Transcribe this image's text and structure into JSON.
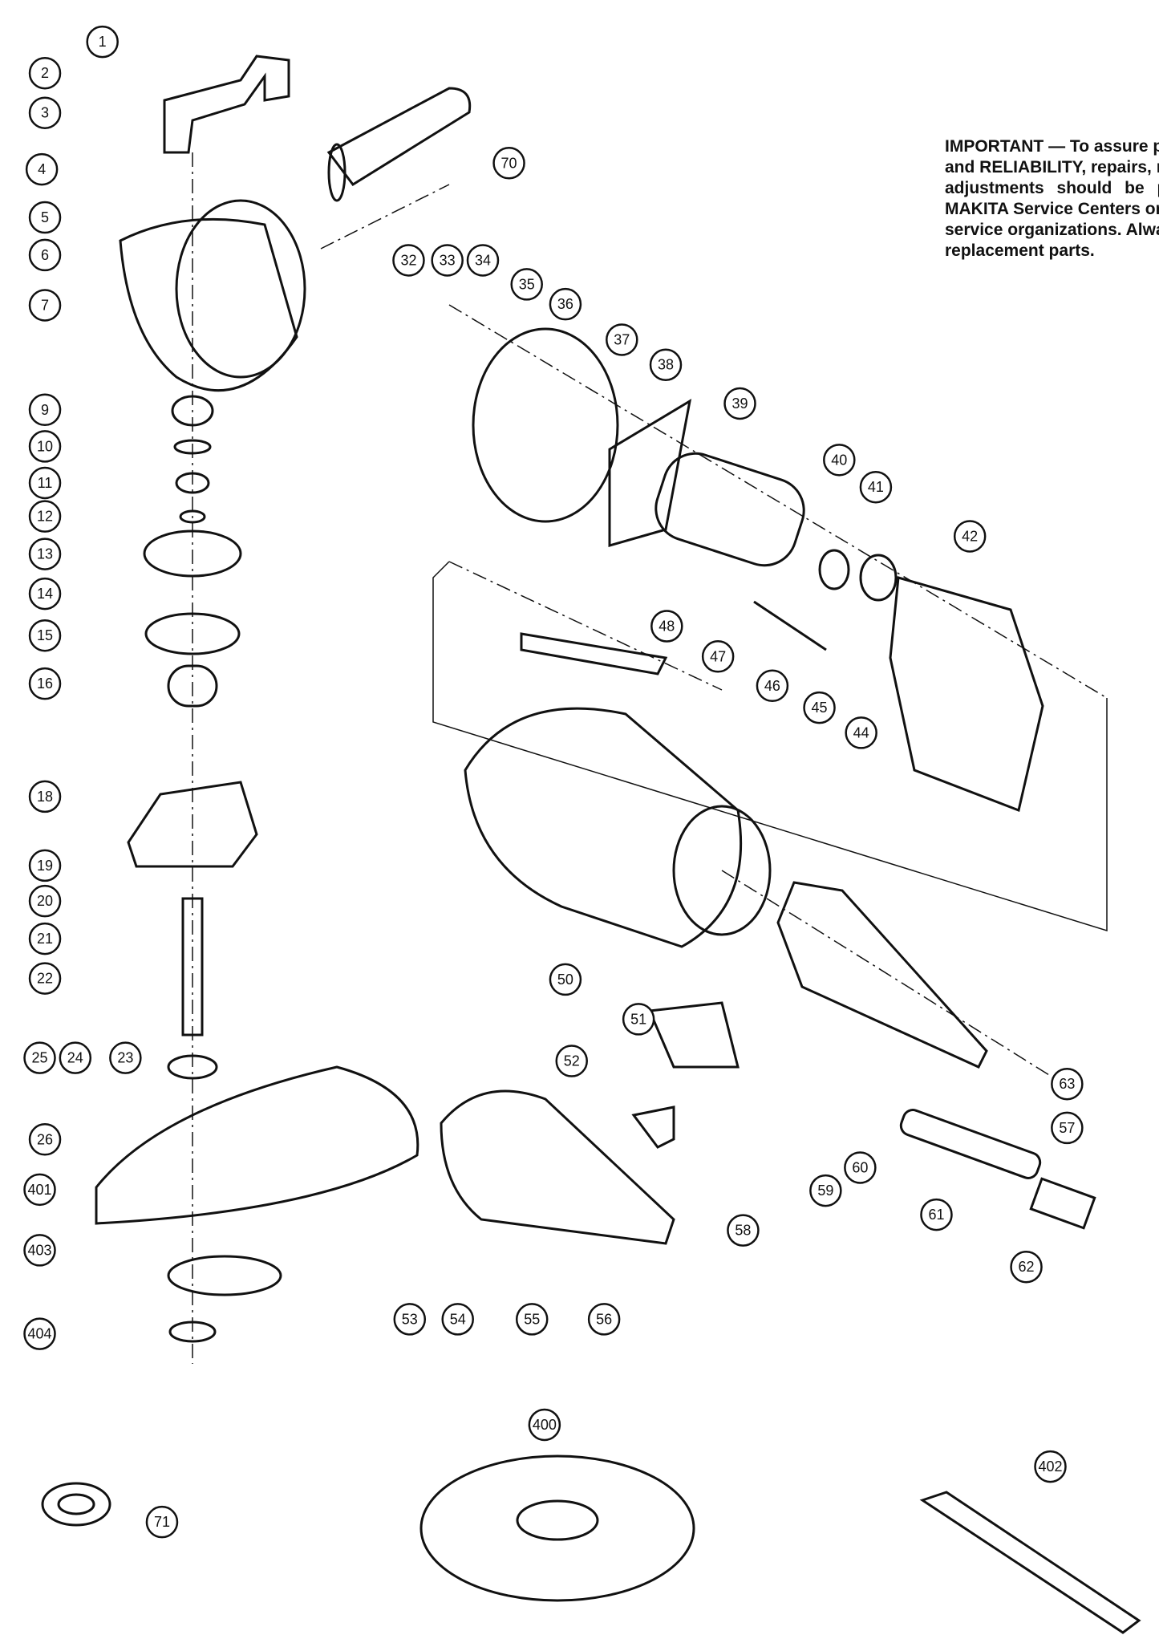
{
  "notice": {
    "lines": [
      "IMPORTANT — To assure product SAFE",
      "and RELIABILITY, repairs, maintenance",
      "adjustments  should  be  performed",
      "MAKITA Service Centers or other qualifi",
      "service organizations. Always use MAKI",
      "replacement parts."
    ]
  },
  "callouts": [
    "1",
    "2",
    "3",
    "4",
    "5",
    "6",
    "7",
    "9",
    "10",
    "11",
    "12",
    "13",
    "14",
    "15",
    "16",
    "18",
    "19",
    "20",
    "21",
    "22",
    "25",
    "24",
    "23",
    "26",
    "401",
    "403",
    "404",
    "70",
    "32",
    "33",
    "34",
    "35",
    "36",
    "37",
    "38",
    "39",
    "40",
    "41",
    "42",
    "48",
    "47",
    "46",
    "45",
    "44",
    "50",
    "51",
    "52",
    "63",
    "57",
    "60",
    "59",
    "61",
    "58",
    "62",
    "53",
    "54",
    "55",
    "56",
    "71",
    "400",
    "402"
  ],
  "colors": {
    "ink": "#111111",
    "paper": "#ffffff"
  }
}
